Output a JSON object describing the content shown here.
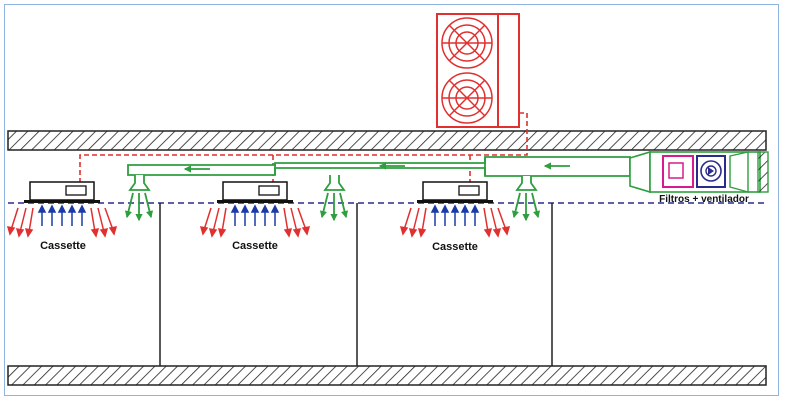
{
  "labels": {
    "cassette_1": "Cassette",
    "cassette_2": "Cassette",
    "cassette_3": "Cassette",
    "filter_fan_unit": "Filtros + ventilador"
  },
  "colors": {
    "frame_border": "#8fb4e0",
    "slab_hatch": "#222222",
    "refrigerant_line": "#e03030",
    "outdoor_unit": "#e03030",
    "fresh_air_duct": "#2e9e3e",
    "ceiling_line": "#2b2b8c",
    "supply_arrow": "#1a3aa8",
    "return_arrow": "#e03030",
    "filter_box": "#d81b8c",
    "fan_box": "#2b2b8c"
  },
  "icons": {
    "outdoor_unit": "condenser-fan-icon",
    "fan": "fan-icon",
    "filter": "filter-icon",
    "cassette": "cassette-unit-icon"
  }
}
